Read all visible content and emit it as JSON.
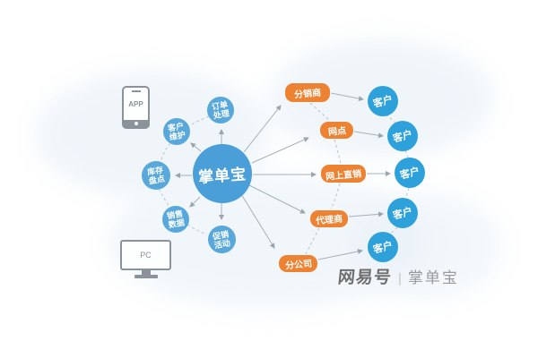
{
  "center": {
    "label": "掌单宝"
  },
  "devices": {
    "app_label": "APP",
    "pc_label": "PC"
  },
  "features": [
    {
      "label": "订单\n处理"
    },
    {
      "label": "客户\n维护"
    },
    {
      "label": "库存\n盘点"
    },
    {
      "label": "销售\n数据"
    },
    {
      "label": "促销\n活动"
    }
  ],
  "channels": [
    {
      "label": "分销商"
    },
    {
      "label": "网点"
    },
    {
      "label": "网上直销"
    },
    {
      "label": "代理商"
    },
    {
      "label": "分公司"
    }
  ],
  "customers": [
    {
      "label": "客户"
    },
    {
      "label": "客户"
    },
    {
      "label": "客户"
    },
    {
      "label": "客户"
    },
    {
      "label": "客户"
    }
  ],
  "watermark": {
    "brand": "网易号",
    "divider": "|",
    "name": "掌单宝"
  },
  "colors": {
    "center_blue": "#4a9fd8",
    "feature_blue": "#58a8db",
    "customer_blue": "#2fa1da",
    "channel_orange": "#ee8233",
    "line_gray": "#a6b1b9",
    "icon_gray": "#8b9299"
  }
}
